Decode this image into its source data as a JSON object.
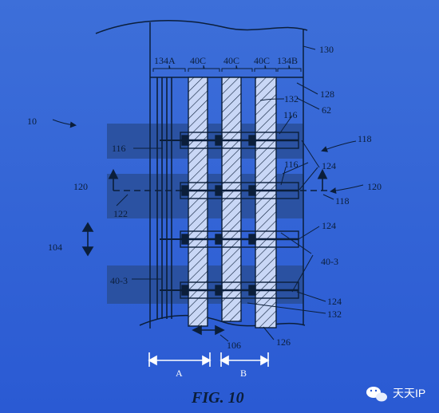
{
  "colors": {
    "bg_top": "#3d6fd9",
    "bg_bottom": "#2a5ad3",
    "ink": "#0b1e3a",
    "band": "#2a4f99",
    "stripe_fill": "#c9d7f6"
  },
  "labels": {
    "l10": "10",
    "l130": "130",
    "l134a": "134A",
    "l40c_1": "40C",
    "l40c_2": "40C",
    "l40c_3": "40C",
    "l134b": "134B",
    "l128": "128",
    "l132_top": "132",
    "l62": "62",
    "l116_top": "116",
    "l118_top": "118",
    "l116_left": "116",
    "l124_mid": "124",
    "l116_mid": "116",
    "l120_left": "120",
    "l120_right": "120",
    "l118_mid": "118",
    "l122": "122",
    "l104": "104",
    "l124_low": "124",
    "l40_3_right": "40-3",
    "l40_3_left": "40-3",
    "l124_bottom": "124",
    "l132_bottom": "132",
    "l106": "106",
    "l126": "126",
    "dim_a": "A",
    "dim_b": "B"
  },
  "figure_caption": "FIG. 10",
  "watermark": {
    "icon": "wechat-icon",
    "text": "天天IP"
  }
}
